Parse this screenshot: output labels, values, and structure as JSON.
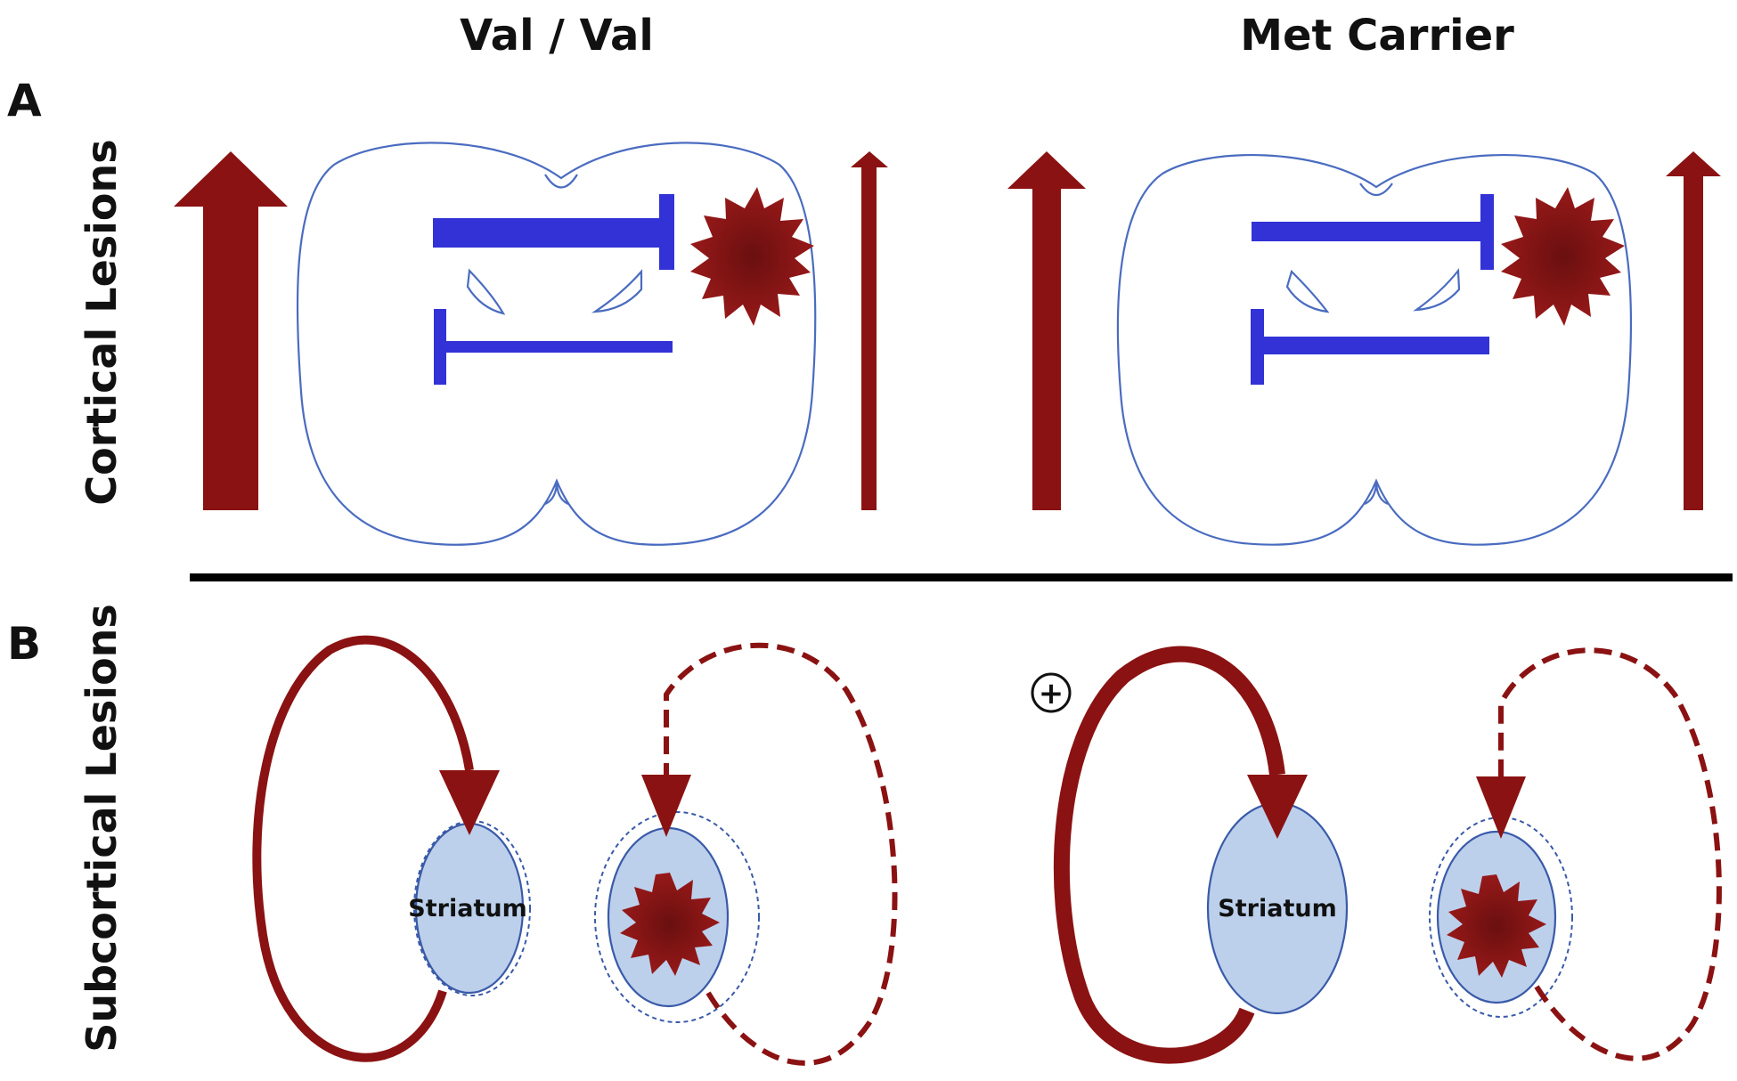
{
  "headers": {
    "left": "Val / Val",
    "right": "Met Carrier"
  },
  "panels": {
    "a_letter": "A",
    "b_letter": "B",
    "a_row_label": "Cortical Lesions",
    "b_row_label": "Subcortical Lesions"
  },
  "structures": {
    "striatum_left": "Striatum",
    "striatum_right": "Striatum"
  },
  "markers": {
    "plus": "+"
  },
  "colors": {
    "arrow_red": "#8b1212",
    "inhibition_blue": "#3232d6",
    "brain_outline": "#4a6cc0",
    "striatum_fill": "#bcd0ec",
    "lesion_dark": "#7a1010"
  }
}
